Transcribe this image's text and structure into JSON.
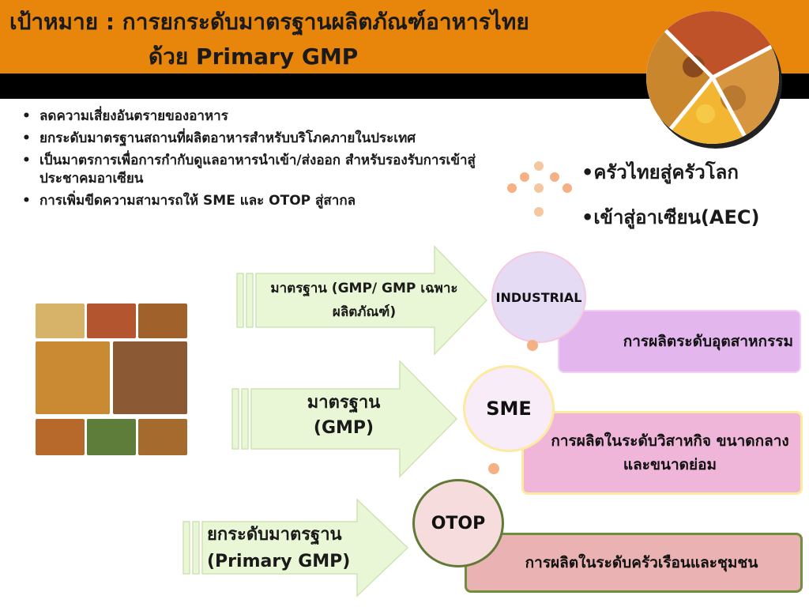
{
  "header": {
    "title_line1": "เป้าหมาย : การยกระดับมาตรฐานผลิตภัณฑ์อาหารไทย",
    "title_line2": "ด้วย Primary GMP"
  },
  "bullets": [
    "ลดความเสี่ยงอันตรายของอาหาร",
    "ยกระดับมาตรฐานสถานที่ผลิตอาหารสำหรับบริโภคภายในประเทศ",
    "เป็นมาตรการเพื่อการกำกับดูแลอาหารนำเข้า/ส่งออก สำหรับรองรับการเข้าสู่ประชาคมอาเซียน",
    "การเพิ่มขีดความสามารถให้ SME และ OTOP สู่สากล"
  ],
  "goals": [
    "•ครัวไทยสู่ครัวโลก",
    "•เข้าสู่อาเซียน(AEC)"
  ],
  "levels": [
    {
      "arrow_text": "มาตรฐาน (GMP/ GMP เฉพาะผลิตภัณฑ์)",
      "circle_label": "INDUSTRIAL",
      "box_text": "การผลิตระดับอุตสาหกรรม"
    },
    {
      "arrow_text": "มาตรฐาน (GMP)",
      "circle_label": "SME",
      "box_text": "การผลิตในระดับวิสาหกิจ ขนาดกลางและขนาดย่อม"
    },
    {
      "arrow_text": "ยกระดับมาตรฐาน (Primary GMP)",
      "circle_label": "OTOP",
      "box_text": "การผลิตในระดับครัวเรือนและชุมชน"
    }
  ],
  "colors": {
    "header": "#e8860c",
    "arrow_fill": "#eaf7d6",
    "industrial_circle": "#e6dbf4",
    "industrial_box": "#e3b6ee",
    "sme_circle": "#f7ecf8",
    "sme_box": "#f0b6d9",
    "otop_circle": "#f6dcdc",
    "otop_box": "#eab2b2",
    "dots": "#f4b183"
  }
}
